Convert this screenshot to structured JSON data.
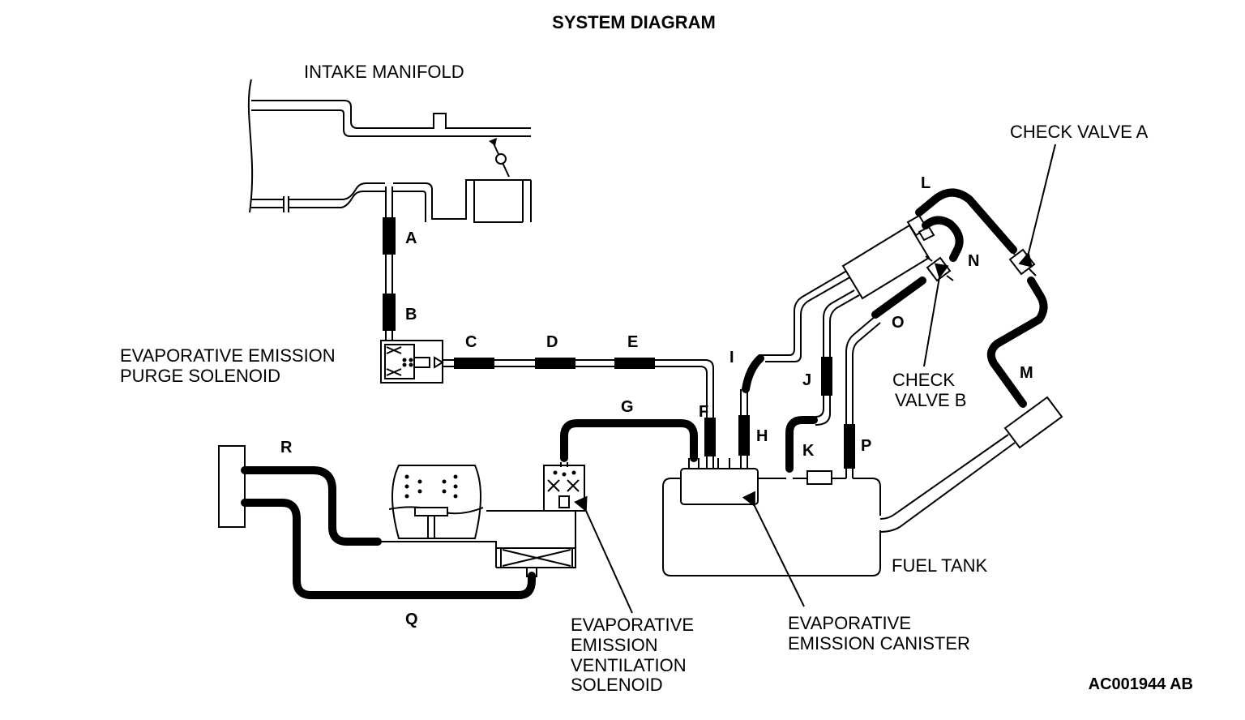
{
  "title": "SYSTEM DIAGRAM",
  "figure_id": "AC001944 AB",
  "components": {
    "intake_manifold": "INTAKE MANIFOLD",
    "purge_solenoid": [
      "EVAPORATIVE EMISSION",
      "PURGE SOLENOID"
    ],
    "ventilation_solenoid": [
      "EVAPORATIVE",
      "EMISSION",
      "VENTILATION",
      "SOLENOID"
    ],
    "canister": [
      "EVAPORATIVE",
      "EMISSION CANISTER"
    ],
    "fuel_tank": "FUEL TANK",
    "check_valve_a": "CHECK VALVE A",
    "check_valve_b": [
      "CHECK",
      "VALVE B"
    ]
  },
  "hoses": {
    "A": "A",
    "B": "B",
    "C": "C",
    "D": "D",
    "E": "E",
    "F": "F",
    "G": "G",
    "H": "H",
    "I": "I",
    "J": "J",
    "K": "K",
    "L": "L",
    "M": "M",
    "N": "N",
    "O": "O",
    "P": "P",
    "Q": "Q",
    "R": "R"
  }
}
